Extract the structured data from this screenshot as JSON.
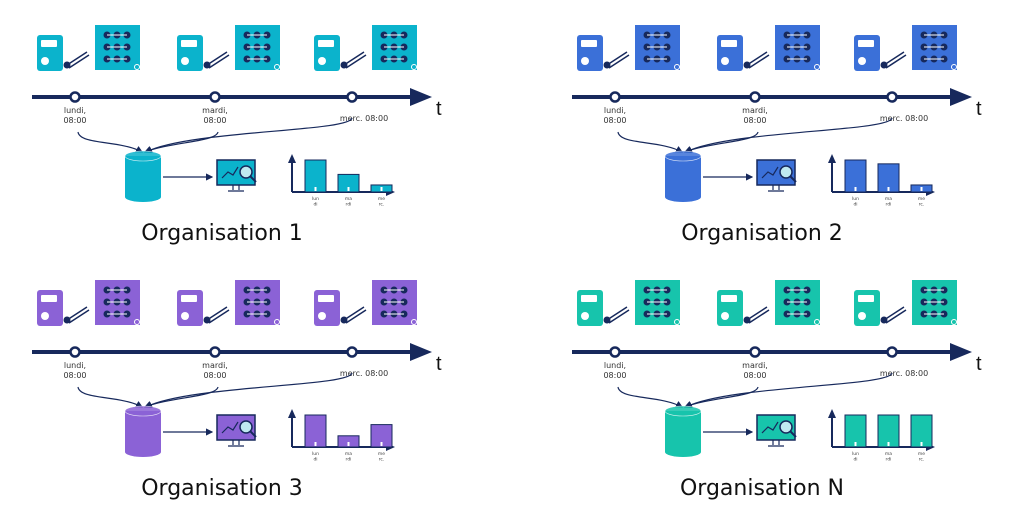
{
  "colors": {
    "navy": "#17295c"
  },
  "panels": [
    {
      "title": "Organisation 1",
      "color": "#0bb3cc",
      "timeline": {
        "axis_label": "t",
        "events": [
          "lundi,\n08:00",
          "mardi,\n08:00",
          "merc. 08:00"
        ]
      },
      "chart": {
        "categories": [
          "lun\ndi",
          "ma\nrdi",
          "me\nrc."
        ],
        "values": [
          1.0,
          0.55,
          0.22
        ]
      }
    },
    {
      "title": "Organisation 2",
      "color": "#3b70d8",
      "timeline": {
        "axis_label": "t",
        "events": [
          "lundi,\n08:00",
          "mardi,\n08:00",
          "merc. 08:00"
        ]
      },
      "chart": {
        "categories": [
          "lun\ndi",
          "ma\nrdi",
          "me\nrc."
        ],
        "values": [
          1.0,
          0.88,
          0.22
        ]
      }
    },
    {
      "title": "Organisation 3",
      "color": "#8b62d6",
      "timeline": {
        "axis_label": "t",
        "events": [
          "lundi,\n08:00",
          "mardi,\n08:00",
          "merc. 08:00"
        ]
      },
      "chart": {
        "categories": [
          "lun\ndi",
          "ma\nrdi",
          "me\nrc."
        ],
        "values": [
          1.0,
          0.35,
          0.7
        ]
      }
    },
    {
      "title": "Organisation N",
      "color": "#17c4ac",
      "timeline": {
        "axis_label": "t",
        "events": [
          "lundi,\n08:00",
          "mardi,\n08:00",
          "merc. 08:00"
        ]
      },
      "chart": {
        "categories": [
          "lun\ndi",
          "ma\nrdi",
          "me\nrc."
        ],
        "values": [
          1.0,
          1.0,
          1.0
        ]
      }
    }
  ]
}
